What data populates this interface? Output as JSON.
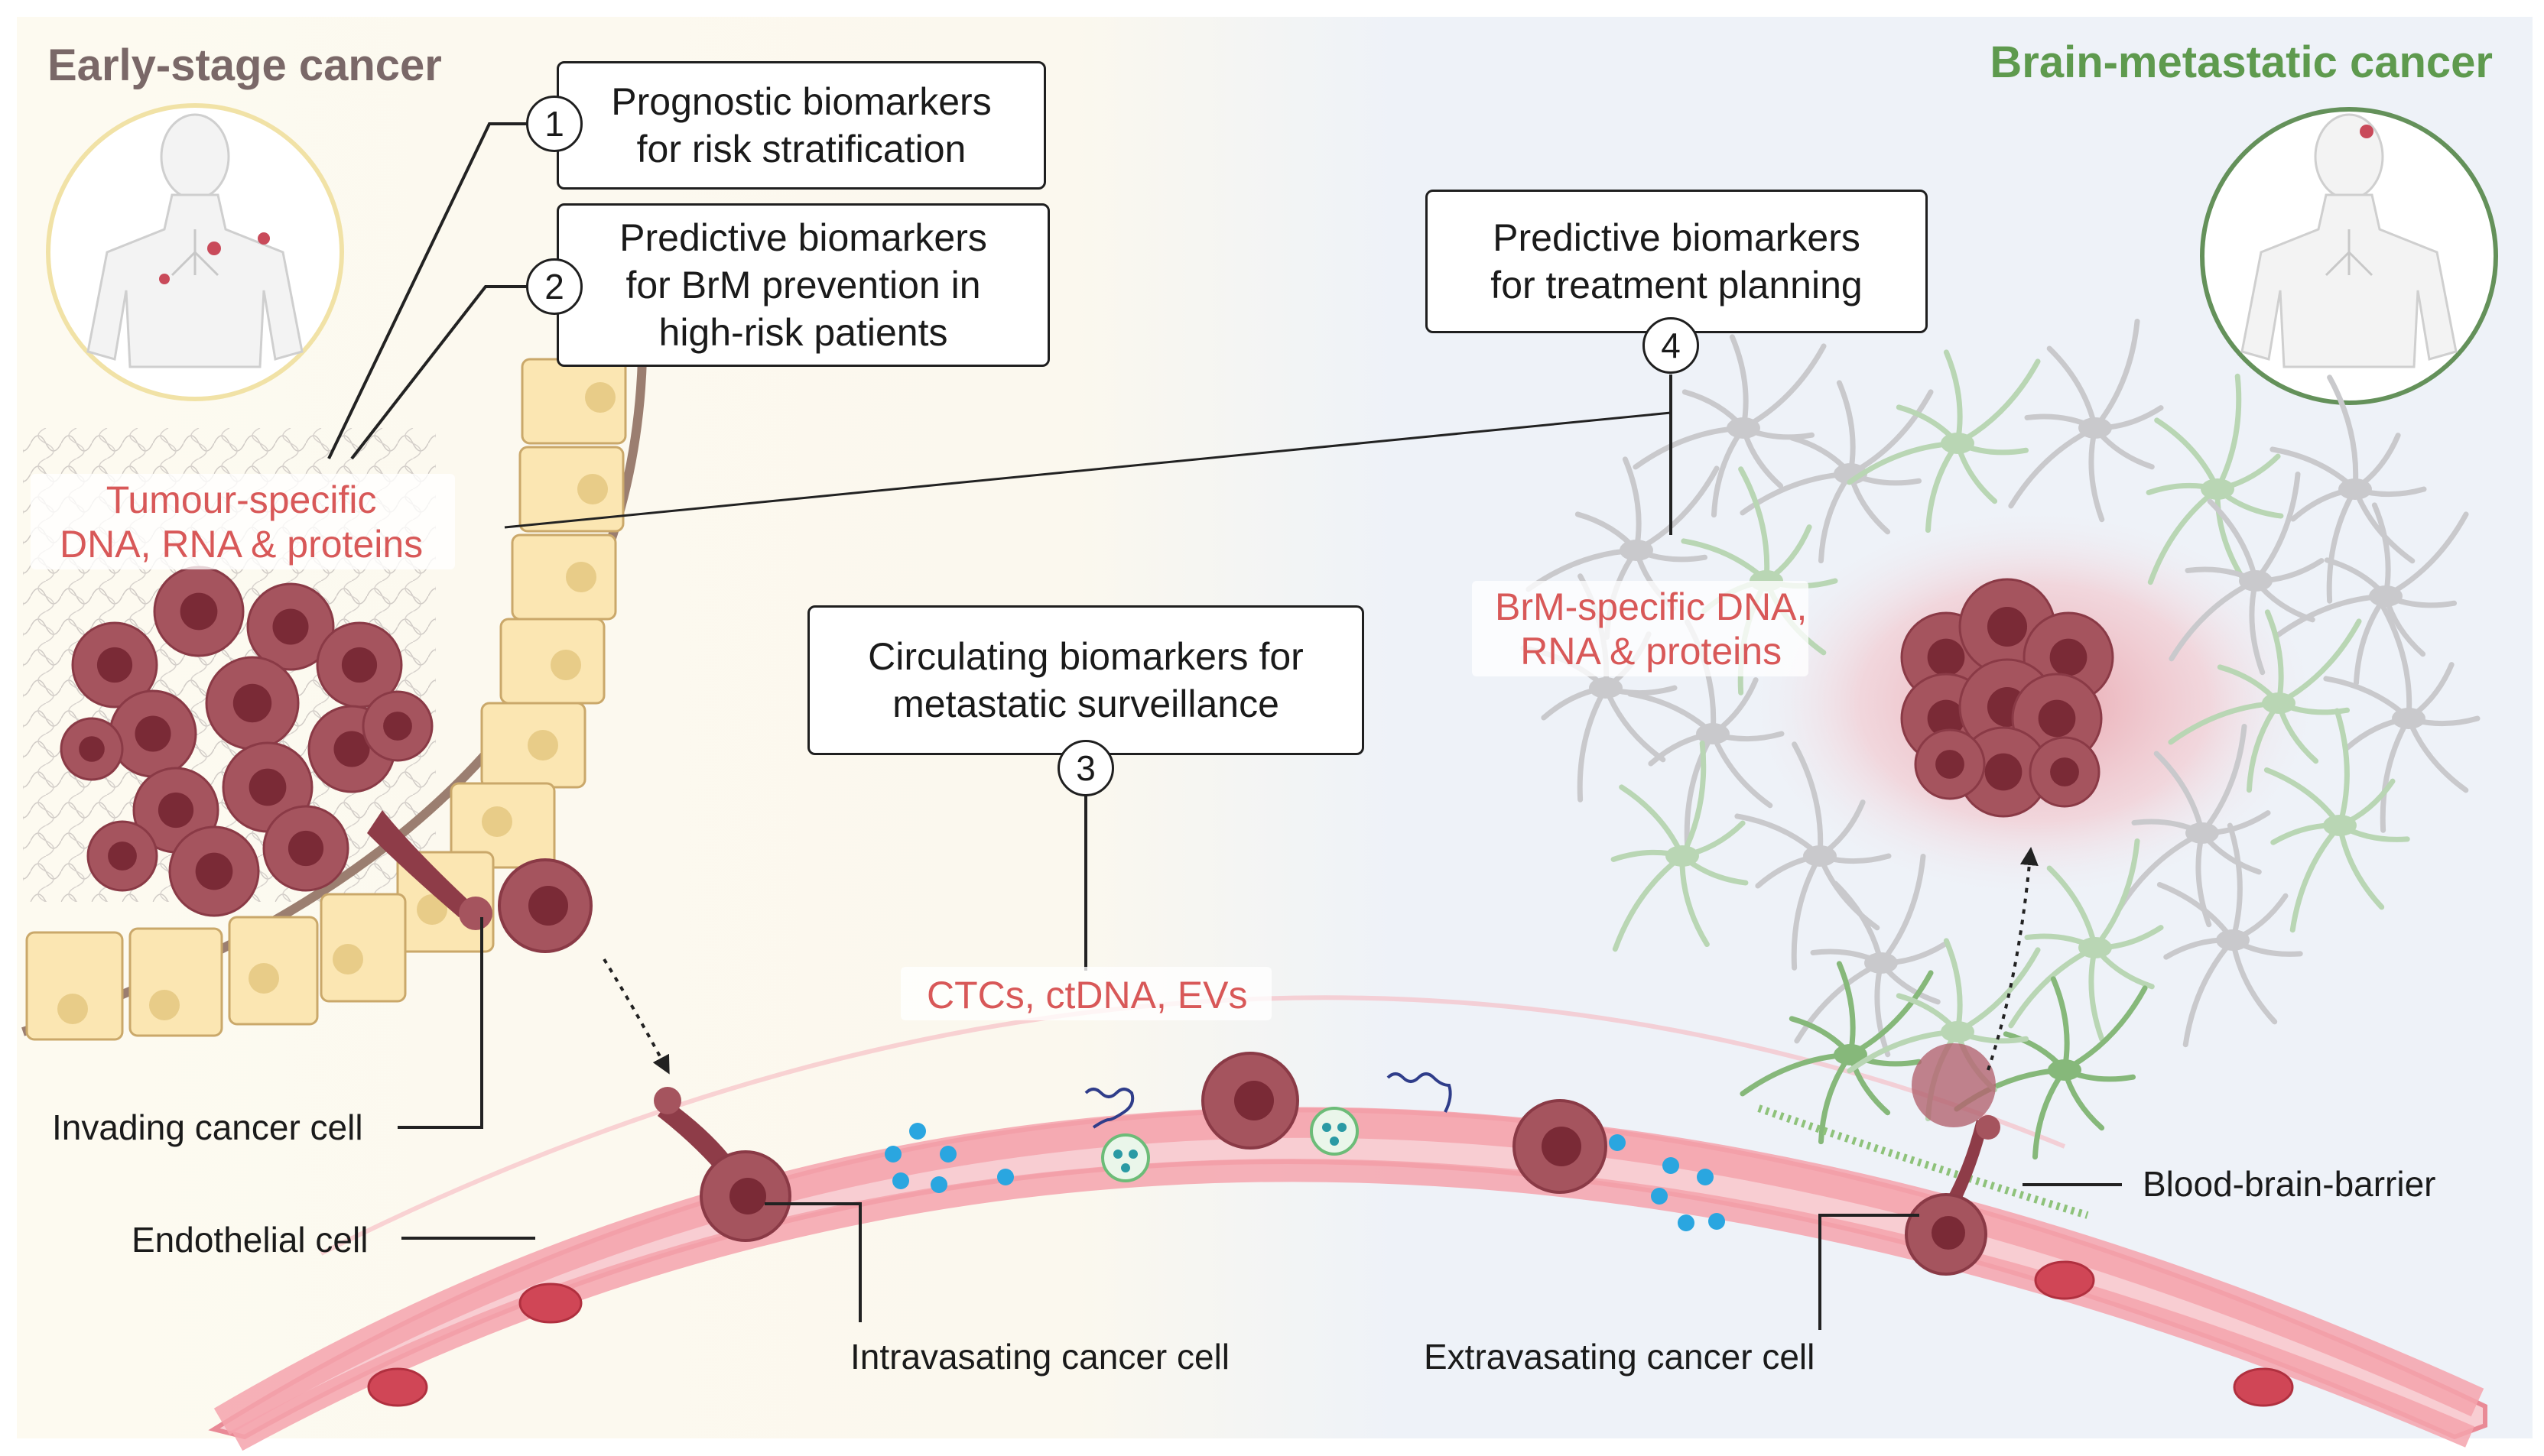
{
  "headings": {
    "left": "Early-stage cancer",
    "right": "Brain-metastatic cancer"
  },
  "boxes": {
    "b1": {
      "number": "1",
      "lines": [
        "Prognostic biomarkers",
        "for risk stratification"
      ]
    },
    "b2": {
      "number": "2",
      "lines": [
        "Predictive biomarkers",
        "for BrM prevention in",
        "high-risk patients"
      ]
    },
    "b3": {
      "number": "3",
      "lines": [
        "Circulating biomarkers for",
        "metastatic surveillance"
      ]
    },
    "b4": {
      "number": "4",
      "lines": [
        "Predictive biomarkers",
        "for treatment planning"
      ]
    }
  },
  "biomarker_labels": {
    "tumour": [
      "Tumour-specific",
      "DNA, RNA & proteins"
    ],
    "circulating": "CTCs, ctDNA, EVs",
    "brm": [
      "BrM-specific DNA,",
      "RNA & proteins"
    ]
  },
  "cell_labels": {
    "invading": "Invading cancer cell",
    "endothelial": "Endothelial cell",
    "intravasating": "Intravasating cancer cell",
    "extravasating": "Extravasating cancer cell",
    "bbb": "Blood-brain-barrier"
  },
  "colors": {
    "left_heading": "#7a6868",
    "right_heading": "#5e9a4e",
    "biomarker_text": "#d85858",
    "left_bg": "#fdfaf0",
    "right_bg": "#eef2f8",
    "tumour": "#a5545e",
    "vessel": "#f4a3ad"
  }
}
